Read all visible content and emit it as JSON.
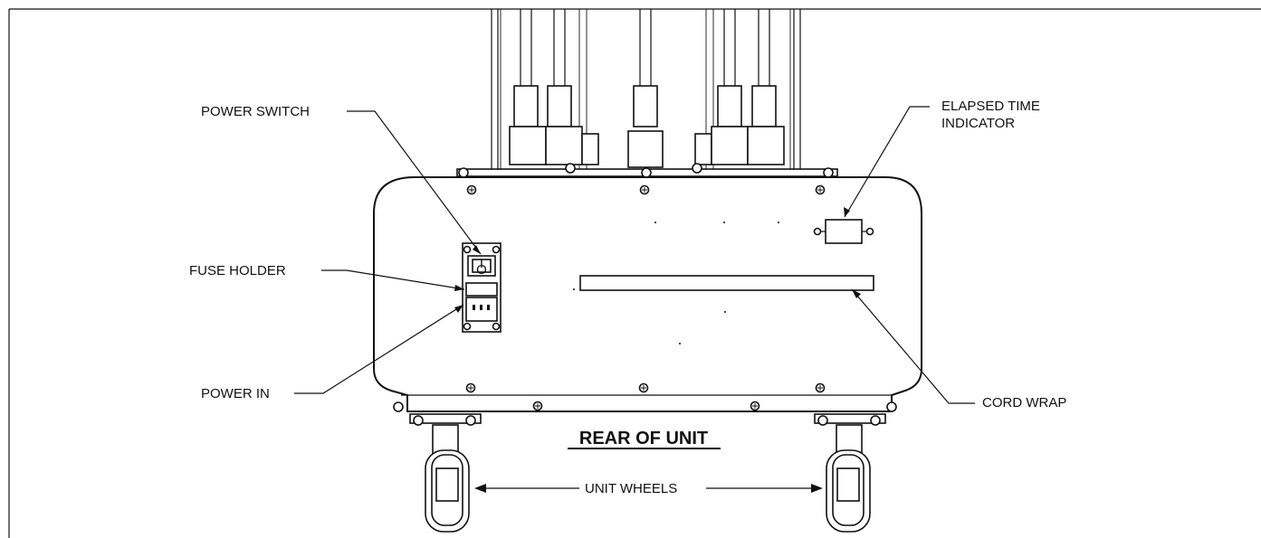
{
  "labels": {
    "power_switch": "POWER SWITCH",
    "fuse_holder": "FUSE HOLDER",
    "power_in": "POWER IN",
    "elapsed_time_line1": "ELAPSED TIME",
    "elapsed_time_line2": "INDICATOR",
    "cord_wrap": "CORD WRAP",
    "unit_wheels": "UNIT WHEELS",
    "rear_of_unit": "REAR OF UNIT"
  },
  "switch_marks": {
    "on": "I",
    "off": "O"
  }
}
